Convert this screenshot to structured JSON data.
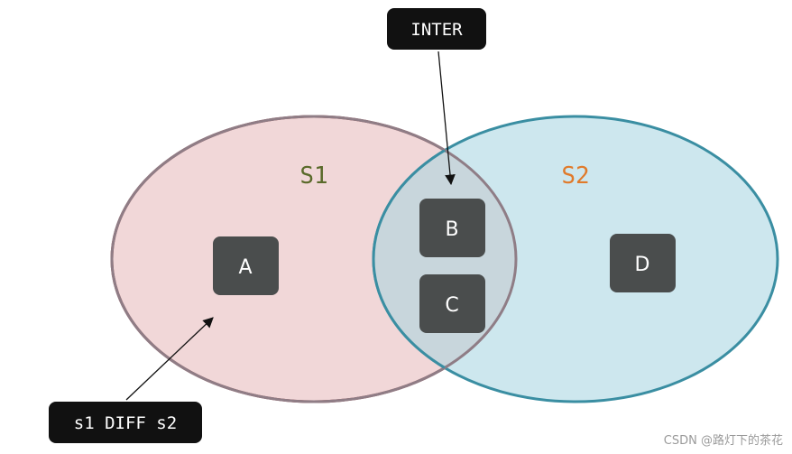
{
  "sets": {
    "s1": {
      "label": "S1",
      "label_color": "#5a6a2a",
      "fill": "#f1d7d8",
      "stroke": "#9b3d3f"
    },
    "s2": {
      "label": "S2",
      "label_color": "#e07a2a",
      "fill": "#cde7ee",
      "stroke": "#3a8ea2"
    },
    "overlap_fill": "#c8d6dc",
    "overlap_stroke": "#8f7d86"
  },
  "elements": {
    "a": "A",
    "b": "B",
    "c": "C",
    "d": "D",
    "box_color": "#4a4d4d"
  },
  "callouts": {
    "inter": "INTER",
    "diff": "s1 DIFF s2",
    "box_color": "#111111"
  },
  "watermark": "CSDN @路灯下的茶花"
}
